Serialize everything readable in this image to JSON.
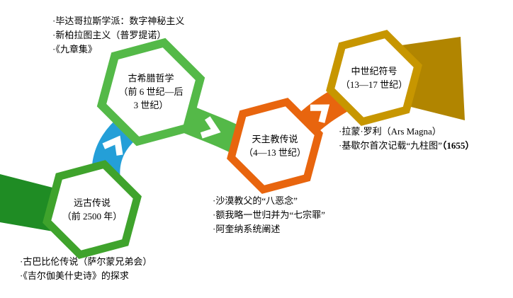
{
  "stages": {
    "ancient": {
      "line1": "远古传说",
      "line2": "（前 2500 年）"
    },
    "greek": {
      "line1": "古希腊哲学",
      "line2": "（前 6 世纪—后",
      "line3": "3 世纪）"
    },
    "catholic": {
      "line1": "天主教传说",
      "line2": "（4—13 世纪）"
    },
    "medieval": {
      "line1": "中世纪符号",
      "line2": "（13—17 世纪）"
    }
  },
  "annotations": {
    "greek": [
      "·毕达哥拉斯学派：数字神秘主义",
      "·新柏拉图主义（普罗提诺）",
      "·《九章集》"
    ],
    "medieval": {
      "line1": "·拉蒙·罗利（Ars Magna）",
      "line2": "·基歇尔首次记载“九柱图”",
      "line2_bold": "（1655）"
    },
    "catholic": [
      "·沙漠教父的“八恶念”",
      "·额我略一世归并为“七宗罪”",
      "·阿奎纳系统阐述"
    ],
    "ancient": [
      "·古巴比伦传说（萨尔蒙兄弟会）",
      "·《吉尔伽美什史诗》的探求"
    ]
  },
  "colors": {
    "ancient_border": "#3fa32c",
    "greek_border": "#54b948",
    "catholic_border": "#e8650e",
    "medieval_border": "#c79600",
    "ribbon_start_green": "#1f8c24",
    "ribbon_blue": "#249fd8",
    "ribbon_green": "#54b948",
    "ribbon_orange": "#e8650e",
    "ribbon_end_gold": "#b18500",
    "chevron": "#ffffff",
    "hexagon_fill": "#ffffff",
    "text": "#000000"
  }
}
